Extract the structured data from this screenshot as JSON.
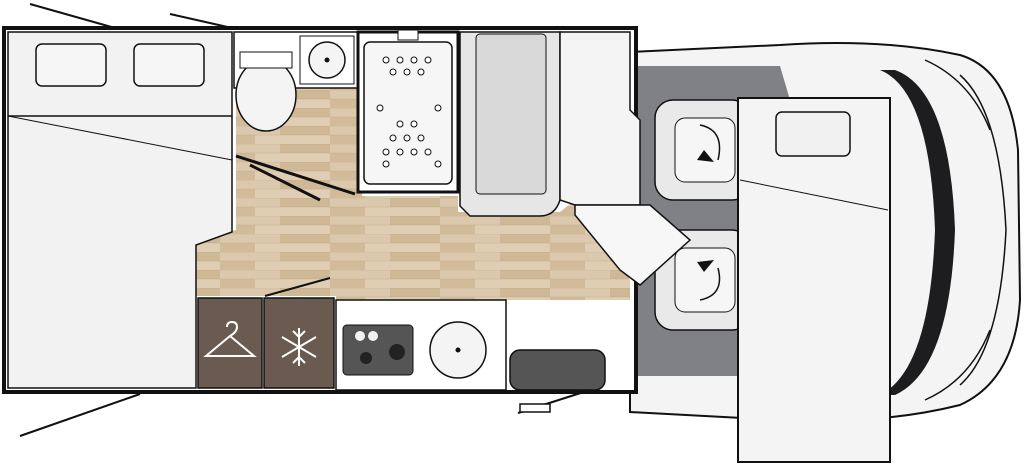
{
  "image": {
    "type": "motorhome floor plan (top view)",
    "labels": []
  },
  "colors": {
    "outline": "#111111",
    "floor_wood": "#d8c3a6",
    "floor_wood_dark": "#c9b08f",
    "cabin_floor": "#7f8185",
    "cabinet_dark": "#6a5a4f",
    "upholstery": "#e9e9e9",
    "body_shell": "#f4f4f4",
    "window": "#f1f1f1",
    "appliance_dark": "#555555"
  },
  "zones": [
    {
      "id": "rear-bed",
      "icon": null
    },
    {
      "id": "washroom",
      "icon": null
    },
    {
      "id": "shower",
      "icon": null
    },
    {
      "id": "dinette-bench",
      "icon": null
    },
    {
      "id": "wardrobe",
      "icon": "hanger-icon"
    },
    {
      "id": "fridge",
      "icon": "snowflake-icon"
    },
    {
      "id": "kitchen",
      "icon": "stove-icon"
    },
    {
      "id": "table",
      "icon": null
    },
    {
      "id": "cab-seats",
      "icon": "swivel-arrow-icon"
    },
    {
      "id": "drop-down-bed",
      "icon": null
    },
    {
      "id": "entrance-door",
      "icon": null
    }
  ]
}
